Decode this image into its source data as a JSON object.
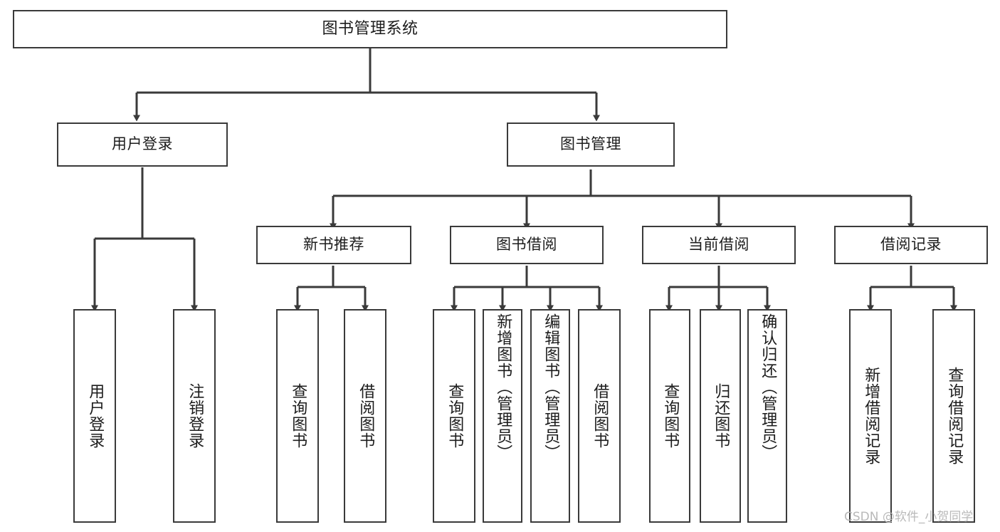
{
  "diagram": {
    "type": "tree-hierarchy-diagram",
    "title": "图书管理系统",
    "watermark": "CSDN @软件_小贺同学",
    "style": {
      "border_color": "#3a3a3a",
      "fill_color": "#ffffff",
      "text_color": "#1c1c1c",
      "arrow_color": "#3a3a3a",
      "watermark_color": "#b9b9b9"
    },
    "nodes": {
      "root": {
        "label": "图书管理系统"
      },
      "level2": [
        {
          "label": "用户登录"
        },
        {
          "label": "图书管理"
        }
      ],
      "level3": [
        {
          "label": "新书推荐"
        },
        {
          "label": "图书借阅"
        },
        {
          "label": "当前借阅"
        },
        {
          "label": "借阅记录"
        }
      ],
      "leaves": {
        "user_login": [
          {
            "label": "用户登录"
          },
          {
            "label": "注销登录"
          }
        ],
        "new_book_recommend": [
          {
            "label": "查询图书"
          },
          {
            "label": "借阅图书"
          }
        ],
        "book_borrow": [
          {
            "label": "查询图书"
          },
          {
            "label": "新增图书（管理员）"
          },
          {
            "label": "编辑图书（管理员）"
          },
          {
            "label": "借阅图书"
          }
        ],
        "current_borrow": [
          {
            "label": "查询图书"
          },
          {
            "label": "归还图书"
          },
          {
            "label": "确认归还（管理员）"
          }
        ],
        "borrow_record": [
          {
            "label": "新增借阅记录"
          },
          {
            "label": "查询借阅记录"
          }
        ]
      }
    }
  }
}
